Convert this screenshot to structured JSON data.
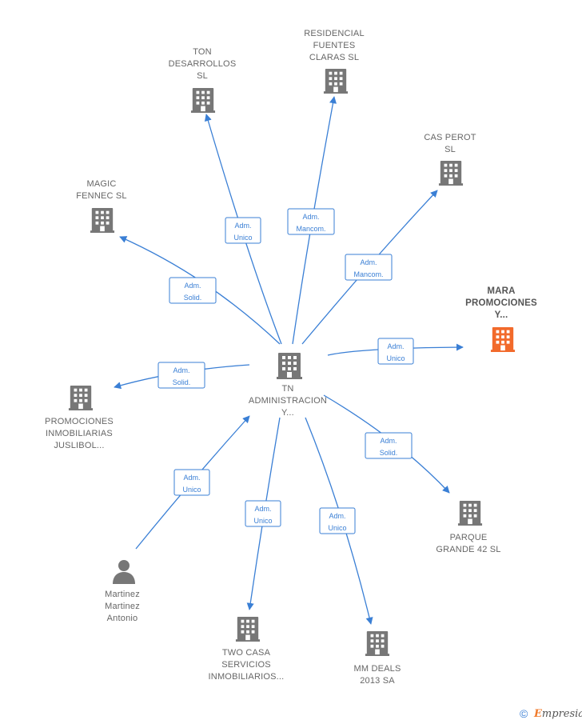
{
  "center": {
    "id": "tn",
    "label": [
      "TN",
      "ADMINISTRACION",
      "Y..."
    ],
    "type": "company"
  },
  "nodes": [
    {
      "id": "ton",
      "label": [
        "TON",
        "DESARROLLOS",
        "SL"
      ],
      "type": "company"
    },
    {
      "id": "residencial",
      "label": [
        "RESIDENCIAL",
        "FUENTES",
        "CLARAS  SL"
      ],
      "type": "company"
    },
    {
      "id": "casperot",
      "label": [
        "CAS PEROT",
        "SL"
      ],
      "type": "company"
    },
    {
      "id": "magic",
      "label": [
        "MAGIC",
        "FENNEC  SL"
      ],
      "type": "company"
    },
    {
      "id": "mara",
      "label": [
        "MARA",
        "PROMOCIONES",
        "Y..."
      ],
      "type": "company",
      "highlight": true
    },
    {
      "id": "promociones",
      "label": [
        "PROMOCIONES",
        "INMOBILIARIAS",
        "JUSLIBOL..."
      ],
      "type": "company"
    },
    {
      "id": "parque",
      "label": [
        "PARQUE",
        "GRANDE 42  SL"
      ],
      "type": "company"
    },
    {
      "id": "martinez",
      "label": [
        "Martinez",
        "Martinez",
        "Antonio"
      ],
      "type": "person"
    },
    {
      "id": "twocasa",
      "label": [
        "TWO CASA",
        "SERVICIOS",
        "INMOBILIARIOS..."
      ],
      "type": "company"
    },
    {
      "id": "mmdeals",
      "label": [
        "MM DEALS",
        "2013 SA"
      ],
      "type": "company"
    }
  ],
  "edges": [
    {
      "from": "tn",
      "to": "ton",
      "label": [
        "Adm.",
        "Unico"
      ]
    },
    {
      "from": "tn",
      "to": "residencial",
      "label": [
        "Adm.",
        "Mancom."
      ]
    },
    {
      "from": "tn",
      "to": "casperot",
      "label": [
        "Adm.",
        "Mancom."
      ]
    },
    {
      "from": "tn",
      "to": "magic",
      "label": [
        "Adm.",
        "Solid."
      ]
    },
    {
      "from": "tn",
      "to": "mara",
      "label": [
        "Adm.",
        "Unico"
      ]
    },
    {
      "from": "tn",
      "to": "promociones",
      "label": [
        "Adm.",
        "Solid."
      ]
    },
    {
      "from": "tn",
      "to": "parque",
      "label": [
        "Adm.",
        "Solid."
      ]
    },
    {
      "from": "martinez",
      "to": "tn",
      "label": [
        "Adm.",
        "Unico"
      ]
    },
    {
      "from": "tn",
      "to": "twocasa",
      "label": [
        "Adm.",
        "Unico"
      ]
    },
    {
      "from": "tn",
      "to": "mmdeals",
      "label": [
        "Adm.",
        "Unico"
      ]
    }
  ],
  "colors": {
    "edge": "#3a7fd5",
    "building": "#777777",
    "highlight": "#f26a2b",
    "label": "#666666"
  },
  "footer": {
    "copyright_symbol": "©",
    "brand_initial": "E",
    "brand_rest": "mpresia"
  }
}
